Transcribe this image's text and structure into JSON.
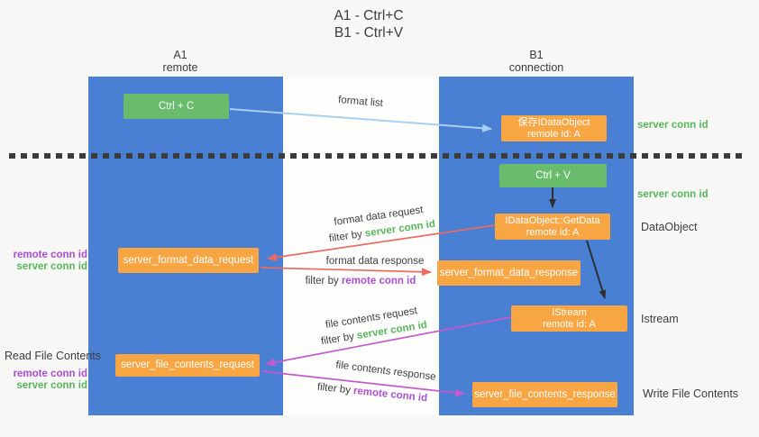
{
  "colors": {
    "bg": "#f7f7f5",
    "lane": "#4a80d4",
    "green-box": "#68bc6c",
    "orange-box": "#f7a643",
    "green-text": "#57b75c",
    "purple-text": "#a94fd2",
    "red-arrow": "#ed6a5f",
    "pink-arrow": "#c35bce",
    "blue-arrow": "#a9cff2",
    "black-arrow": "#2f2f2f",
    "dark-text": "#3c3c3c"
  },
  "title": {
    "line1": "A1 - Ctrl+C",
    "line2": "B1 - Ctrl+V"
  },
  "lanes": {
    "left": {
      "id": "A1",
      "role": "remote"
    },
    "right": {
      "id": "B1",
      "role": "connection"
    }
  },
  "nodes": {
    "ctrl_c": "Ctrl + C",
    "ctrl_v": "Ctrl + V",
    "save_dataobject": {
      "line1": "保存IDataObject",
      "line2": "remote id: A"
    },
    "getdata": {
      "line1": "IDataObject::GetData",
      "line2": "remote id: A"
    },
    "istream": {
      "line1": "IStream",
      "line2": "remote id: A"
    },
    "format_request": "server_format_data_request",
    "format_response": "server_format_data_response",
    "file_request": "server_file_contents_request",
    "file_response": "server_file_contents_response"
  },
  "arrow_labels": {
    "format_list": "format list",
    "format_data_request": "format data request",
    "filter_server_1": {
      "prefix": "filter by ",
      "highlight": "server conn id"
    },
    "format_data_response": "format data response",
    "filter_remote_1": {
      "prefix": "filter by ",
      "highlight": "remote conn id"
    },
    "file_contents_request": "file contents request",
    "filter_server_2": {
      "prefix": "filter by ",
      "highlight": "server conn id"
    },
    "file_contents_response": "file contents response",
    "filter_remote_2": {
      "prefix": "filter by ",
      "highlight": "remote conn id"
    }
  },
  "side_labels": {
    "server_conn_right_top": "server conn id",
    "server_conn_right_mid": "server conn id",
    "dataobject": "DataObject",
    "istream": "Istream",
    "write_file": "Write File Contents",
    "remote_conn_left_1": "remote conn id",
    "server_conn_left_1": "server conn id",
    "read_file": "Read File Contents",
    "remote_conn_left_2": "remote conn id",
    "server_conn_left_2": "server conn id"
  }
}
